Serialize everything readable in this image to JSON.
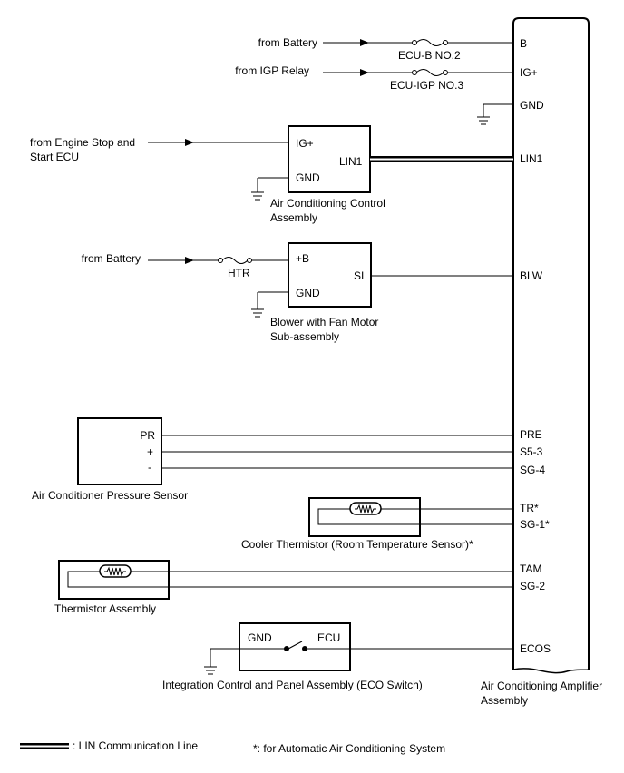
{
  "inputs": {
    "battery_1": "from Battery",
    "igp_relay": "from IGP Relay",
    "engine_ecu_line1": "from Engine Stop and",
    "engine_ecu_line2": "Start ECU",
    "battery_2": "from Battery"
  },
  "fuses": {
    "ecu_b": "ECU-B NO.2",
    "ecu_igp": "ECU-IGP NO.3",
    "htr": "HTR"
  },
  "amplifier": {
    "name_line1": "Air Conditioning Amplifier",
    "name_line2": "Assembly",
    "pins": {
      "b": "B",
      "igp": "IG+",
      "gnd": "GND",
      "lin1": "LIN1",
      "blw": "BLW",
      "pre": "PRE",
      "s53": "S5-3",
      "sg4": "SG-4",
      "tr": "TR*",
      "sg1": "SG-1*",
      "tam": "TAM",
      "sg2": "SG-2",
      "ecos": "ECOS"
    }
  },
  "ac_control": {
    "pin_igp": "IG+",
    "pin_gnd": "GND",
    "pin_lin1": "LIN1",
    "name_line1": "Air Conditioning Control",
    "name_line2": "Assembly"
  },
  "blower": {
    "pin_b": "+B",
    "pin_gnd": "GND",
    "pin_si": "SI",
    "name_line1": "Blower with Fan Motor",
    "name_line2": "Sub-assembly"
  },
  "pressure_sensor": {
    "pin_pr": "PR",
    "pin_plus": "+",
    "pin_minus": "-",
    "name": "Air Conditioner Pressure Sensor"
  },
  "cooler_thermistor": {
    "name": "Cooler Thermistor (Room Temperature Sensor)*"
  },
  "thermistor": {
    "name": "Thermistor Assembly"
  },
  "eco_switch": {
    "pin_gnd": "GND",
    "pin_ecu": "ECU",
    "name": "Integration Control and Panel Assembly (ECO Switch)"
  },
  "legend": {
    "lin": ": LIN Communication Line",
    "note": "*: for Automatic Air Conditioning System"
  }
}
